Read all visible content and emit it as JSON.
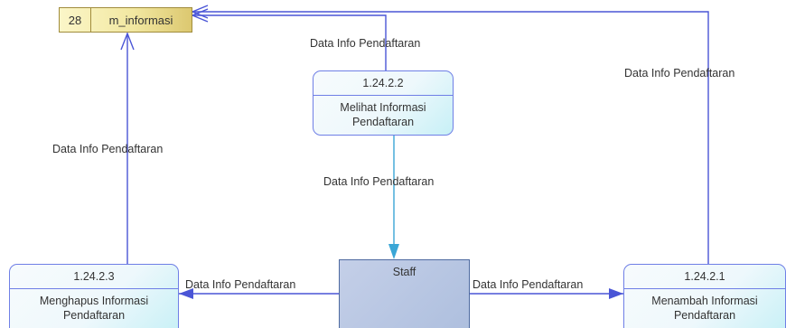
{
  "data_store": {
    "id": "28",
    "name": "m_informasi"
  },
  "processes": {
    "lihat": {
      "id": "1.24.2.2",
      "name_line1": "Melihat Informasi",
      "name_line2": "Pendaftaran"
    },
    "hapus": {
      "id": "1.24.2.3",
      "name_line1": "Menghapus Informasi",
      "name_line2": "Pendaftaran"
    },
    "tambah": {
      "id": "1.24.2.1",
      "name_line1": "Menambah Informasi",
      "name_line2": "Pendaftaran"
    }
  },
  "entity": {
    "name": "Staff"
  },
  "flows": {
    "lihat_to_store": "Data Info Pendaftaran",
    "tambah_to_store": "Data Info Pendaftaran",
    "hapus_to_store": "Data Info Pendaftaran",
    "lihat_to_staff": "Data Info Pendaftaran",
    "staff_to_hapus": "Data Info Pendaftaran",
    "staff_to_tambah": "Data Info Pendaftaran"
  },
  "colors": {
    "flow_line": "#4a55d6",
    "flow_line_vertical": "#3aa6d6",
    "datastore_border": "#a08c3c",
    "process_border": "#6f7fe6"
  }
}
